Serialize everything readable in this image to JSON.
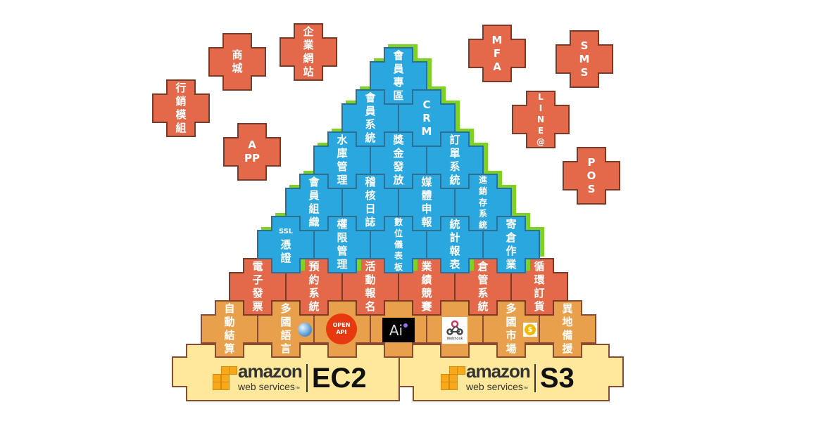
{
  "colors": {
    "blue": "#2aa7df",
    "red": "#e4694a",
    "orange": "#e8a04c",
    "yellow": "#fde89c",
    "green": "#7ed321"
  },
  "foundation": {
    "left": {
      "brand": "amazon",
      "sub": "web services",
      "tm": "™",
      "service": "EC2"
    },
    "right": {
      "brand": "amazon",
      "sub": "web services",
      "tm": "™",
      "service": "S3"
    }
  },
  "floating": [
    {
      "lines": [
        "商",
        "城"
      ]
    },
    {
      "lines": [
        "企",
        "業",
        "網",
        "站"
      ]
    },
    {
      "lines": [
        "行",
        "銷",
        "模",
        "組"
      ]
    },
    {
      "lines": [
        "A",
        "PP"
      ]
    },
    {
      "lines": [
        "M",
        "F",
        "A"
      ]
    },
    {
      "lines": [
        "S",
        "M",
        "S"
      ]
    },
    {
      "lines": [
        "L",
        "I",
        "N",
        "E",
        "@"
      ]
    },
    {
      "lines": [
        "P",
        "O",
        "S"
      ]
    }
  ],
  "blue": [
    {
      "lines": [
        "會",
        "員",
        "專",
        "區"
      ]
    },
    {
      "lines": [
        "會",
        "員",
        "系",
        "統"
      ]
    },
    {
      "lines": [
        "C",
        "R",
        "M"
      ]
    },
    {
      "lines": [
        "水",
        "庫",
        "管",
        "理"
      ]
    },
    {
      "lines": [
        "獎",
        "金",
        "發",
        "放"
      ]
    },
    {
      "lines": [
        "訂",
        "單",
        "系",
        "統"
      ]
    },
    {
      "lines": [
        "會",
        "員",
        "組",
        "織"
      ]
    },
    {
      "lines": [
        "稽",
        "核",
        "日",
        "誌"
      ]
    },
    {
      "lines": [
        "媒",
        "體",
        "申",
        "報"
      ]
    },
    {
      "lines": [
        "進",
        "銷",
        "存",
        "系",
        "統"
      ]
    },
    {
      "lines": [
        "SSL",
        "憑",
        "證"
      ]
    },
    {
      "lines": [
        "權",
        "限",
        "管",
        "理"
      ]
    },
    {
      "lines": [
        "數",
        "位",
        "儀",
        "表",
        "板"
      ]
    },
    {
      "lines": [
        "統",
        "計",
        "報",
        "表"
      ]
    },
    {
      "lines": [
        "寄",
        "倉",
        "作",
        "業"
      ]
    }
  ],
  "red": [
    {
      "lines": [
        "電",
        "子",
        "發",
        "票"
      ]
    },
    {
      "lines": [
        "預",
        "約",
        "系",
        "統"
      ]
    },
    {
      "lines": [
        "活",
        "動",
        "報",
        "名"
      ]
    },
    {
      "lines": [
        "業",
        "績",
        "競",
        "賽"
      ]
    },
    {
      "lines": [
        "倉",
        "管",
        "系",
        "統"
      ]
    },
    {
      "lines": [
        "循",
        "環",
        "訂",
        "貨"
      ]
    }
  ],
  "orange": [
    {
      "lines": [
        "自",
        "動",
        "結",
        "算"
      ]
    },
    {
      "lines": [
        "多",
        "國",
        "語",
        "言"
      ]
    },
    {
      "lines": []
    },
    {
      "lines": []
    },
    {
      "lines": []
    },
    {
      "lines": [
        "多",
        "國",
        "市",
        "場"
      ]
    },
    {
      "lines": [
        "異",
        "地",
        "備",
        "援"
      ]
    }
  ],
  "icons": {
    "openapi_top": "OPEN",
    "openapi_bottom": "API",
    "ai": "Ai",
    "webhook": "Webhook",
    "coin": "$"
  }
}
